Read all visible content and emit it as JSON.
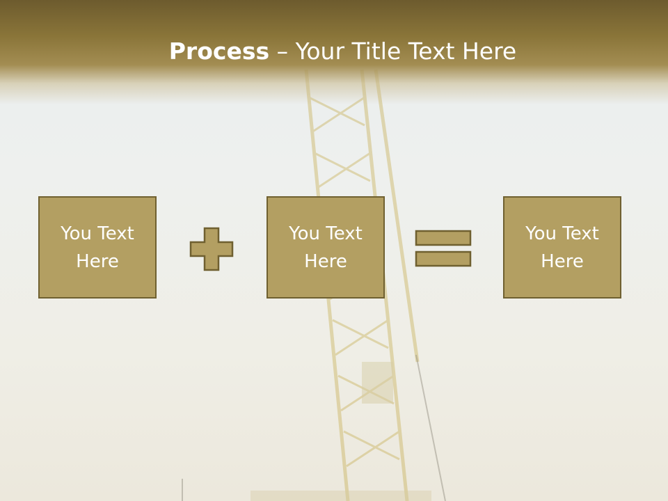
{
  "slide": {
    "title_bold": "Process",
    "title_rest": " – Your Title Text Here"
  },
  "process": {
    "boxes": [
      {
        "line1": "You Text",
        "line2": "Here"
      },
      {
        "line1": "You Text",
        "line2": "Here"
      },
      {
        "line1": "You Text",
        "line2": "Here"
      }
    ],
    "operators": [
      "plus",
      "equals"
    ]
  },
  "colors": {
    "box_fill": "#b39f62",
    "box_border": "#6f6030",
    "header_dark": "#6d5b2e",
    "text": "#ffffff"
  }
}
